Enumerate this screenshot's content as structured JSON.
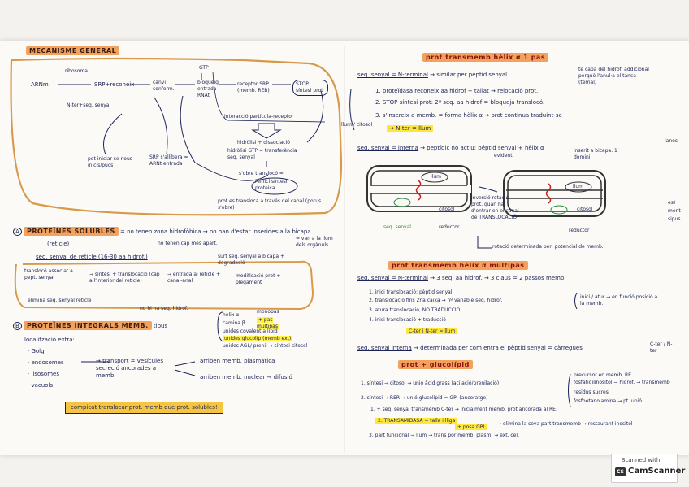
{
  "left": {
    "title": "MECANISME GENERAL",
    "diagram": {
      "arn": "ARNm",
      "ribosoma": "ribosoma",
      "srp": "SRP+reconeix",
      "canvi": "canvi conform.",
      "bloqueig": "bloqueig entrada RNAt",
      "receptor": "receptor SRP (memb. REB)",
      "stop": "STOP síntesi prot",
      "nter": "N-ter+seq. senyal",
      "interaccio": "interacció partícula-receptor",
      "hidrolisi": "hidròlisi + dissociació",
      "hidrolisi_gtp": "hidròlisi GTP = transferència seq. senyal",
      "sobre": "s'obre translocó =",
      "reinici": "reinici síntesi proteica",
      "pot": "pot iniciar-se nous inicis/pucs",
      "srp_lliure": "SRP s'allibera = ARNt entrada",
      "final": "prot es transloca a través del canal (porus s'obre)",
      "gtp": "GTP"
    },
    "A": {
      "label": "A",
      "title": "PROTEÏNES SOLUBLES",
      "desc": "= no tenen zona hidrofòbica → no han d'estar inserides a la bicapa.",
      "lumen": "= van a la llum dels orgànuls",
      "reticle": "(reticle)",
      "no_tenen": "no tenen cap més apart.",
      "seq": "seq. senyal de reticle (16-30 aa hidrof.)",
      "transloco": "translocó associat a pept. senyal",
      "sintesi": "→ síntesi + translocació (cap a l'interior del reticle)",
      "entrada": "→ entrada al reticle + canal-anal",
      "surt": "surt seq. senyal a bicapa + degradació",
      "modificacio": "modificació prot + plegament",
      "elimina": "elimina seq. senyal reticle",
      "no_hi_ha": "no hi ha seq. hidrof."
    },
    "B": {
      "label": "B",
      "title": "PROTEÏNES INTEGRALS MEMB.",
      "tipus": "tipus",
      "helix": "hèlix α",
      "camina": "camina β",
      "unides": "unides covalent a lípid",
      "unides_glucolip": "unides glucolíp (memb ext)",
      "unides_pas": "unides AGL/ prenil → síntesi citosol",
      "monopas": "monopas",
      "mult": "+ pas multipas",
      "localitzacio": "localització extra:",
      "golgi": "· Golgi",
      "endosomes": "· endosomes",
      "lisosomes": "· lisosomes",
      "vacuols": "· vacuols",
      "transport": "→ transport = vesícules secreció ancorades a memb.",
      "arriben1": "arriben memb. plasmàtica",
      "arriben2": "arriben memb. nuclear → difusió",
      "box": "compicat translocar prot. memb que prot. solubles!"
    }
  },
  "right": {
    "title1": "prot transmemb hèlix α 1 pas",
    "A": {
      "head": "seq. senyal = N-terminal",
      "arrow": "→ similar per péptid senyal",
      "note": "té capa del hidrof. addicional perquè l'anul·a el tanca (ternal)",
      "l1": "1. proteïdasa reconeix aa hidrof + tallat → relocació prot.",
      "l2": "2. STOP síntesi prot: 2ª seq. aa hidrof = bloqueja translocó.",
      "l3": "3. s'insereix a memb. = forma hèlix α → prot continua traduint-se",
      "l4": "→ N-ter = llum",
      "side": "llum / citosol"
    },
    "B": {
      "head": "seq. senyal = interna",
      "arrow": "→ peptídic no actiu: péptid senyal + hèlix α",
      "evident": "evident",
      "insert": "inserit a bicapa. 1 domini.",
      "llum": "llum",
      "citosol": "citosol",
      "seq_sen": "seq. senyal",
      "reductor": "reductor",
      "inversio": "inversió rotació prot. quan ha d'entrar en el canal de TRANSLOCACIÓ",
      "rotacio": "rotació determinada per: potencial de memb.",
      "llum2": "llum",
      "citosol2": "citosol",
      "reductor2": "reductor"
    },
    "title2": "prot transmemb hèlix α multipas",
    "C": {
      "head": "seq. senyal = N-terminal",
      "arrow": "→ 3 seq. aa hidrof. → 3 claus = 2 passos memb.",
      "l1": "1. inici translocació: pèptid senyal",
      "l2": "2. translocació fins 2na caixa → nº variable seq. hidrof.",
      "l3": "3. atura translocació, NO TRADUCCIÓ",
      "l4": "4. inici translocació + traducció",
      "brace": "inici / atur → en funció posició a la memb.",
      "l5": "C-ter i N-ter = llum"
    },
    "D": {
      "head": "seq. senyal interna",
      "arrow": "→ determinada per com entra el pèptid senyal = càrregues",
      "ct": "C-ter / N-ter"
    },
    "title3": "prot + glucolípid",
    "G": {
      "l1": "1. síntesi → citosol → unió àcid grass (acilació/prenilació)",
      "l2": "2. síntesi → RER → unió glucolípid = GPI (ancoratge)",
      "l2a": "1. + seq. senyal transmemb C-ter → inicialment memb. prot ancorada al RE.",
      "l2b": "2. TRANSAMIDASA = talla i lliga",
      "l2c": "+ posa GPI",
      "elimina": "→ elimina la seva part transmemb → restaurant inositol",
      "l3": "3. part funcional → llum → trans por memb. plasm. → ext. cel.",
      "p1": "precursor en memb. RE.",
      "p2": "fosfatidilinositol → hidrof. → transmemb",
      "p3": "residus sucres",
      "p4": "fosfoetanolamina → pt. unió"
    }
  },
  "edge": {
    "t1": "lanes",
    "t2": "es)",
    "t3": "ment",
    "t4": "sipus"
  },
  "scanner": {
    "line1": "Scanned with",
    "logo": "CS",
    "brand": "CamScanner"
  }
}
